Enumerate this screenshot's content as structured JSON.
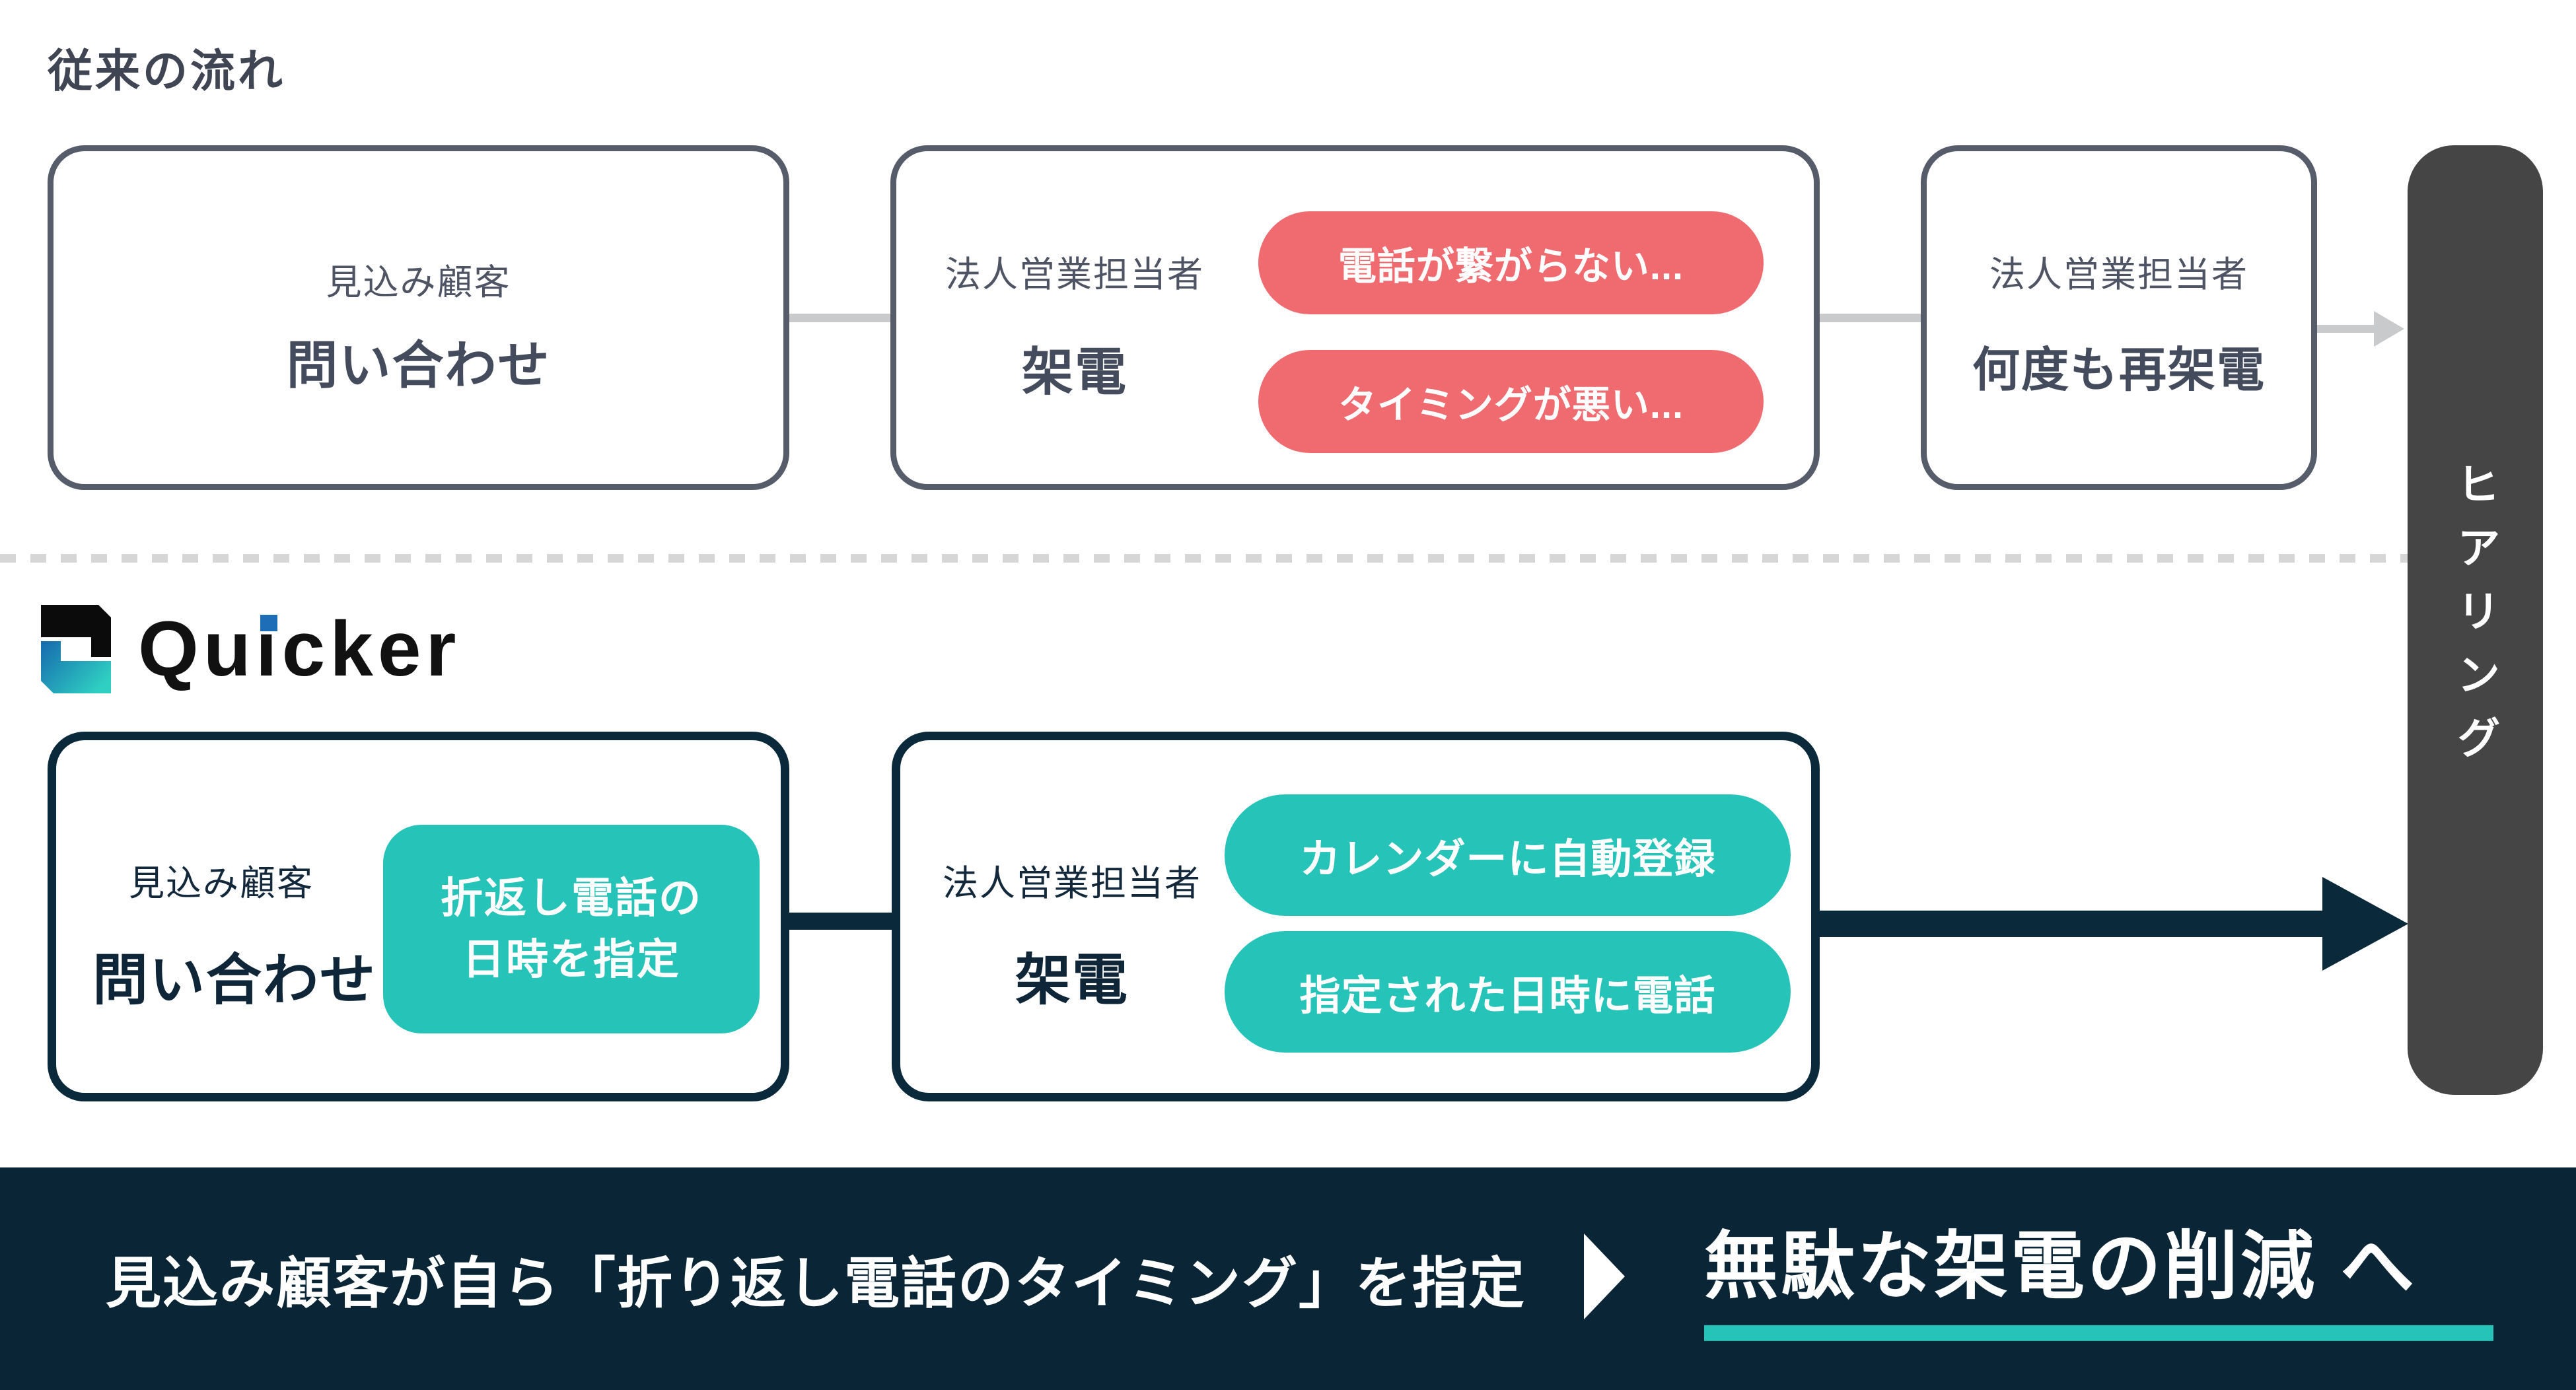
{
  "colors": {
    "accent_teal": "#25C3B8",
    "accent_red": "#EF6B70",
    "navy": "#0A2A3C",
    "banner_bg": "#0A2636",
    "darkbar_gray": "#454545",
    "slate_border": "#575C6A",
    "connector_gray": "#C9CACB",
    "logo_blue": "#1D6EB6"
  },
  "top_flow": {
    "title": "従来の流れ",
    "box1": {
      "actor": "見込み顧客",
      "action": "問い合わせ"
    },
    "box2": {
      "actor": "法人営業担当者",
      "action": "架電",
      "issues": [
        "電話が繋がらない...",
        "タイミングが悪い..."
      ]
    },
    "box3": {
      "actor": "法人営業担当者",
      "action": "何度も再架電"
    }
  },
  "sidebar": {
    "label": "ヒアリング"
  },
  "quicker_flow": {
    "logo_parts": [
      "Qu",
      "i",
      "cker"
    ],
    "box1": {
      "actor": "見込み顧客",
      "action": "問い合わせ",
      "highlight_lines": [
        "折返し電話の",
        "日時を指定"
      ]
    },
    "box2": {
      "actor": "法人営業担当者",
      "action": "架電",
      "benefits": [
        "カレンダーに自動登録",
        "指定された日時に電話"
      ]
    }
  },
  "banner": {
    "lead": "見込み顧客が自ら「折り返し電話のタイミング」を指定",
    "result": "無駄な架電の削減 へ"
  }
}
